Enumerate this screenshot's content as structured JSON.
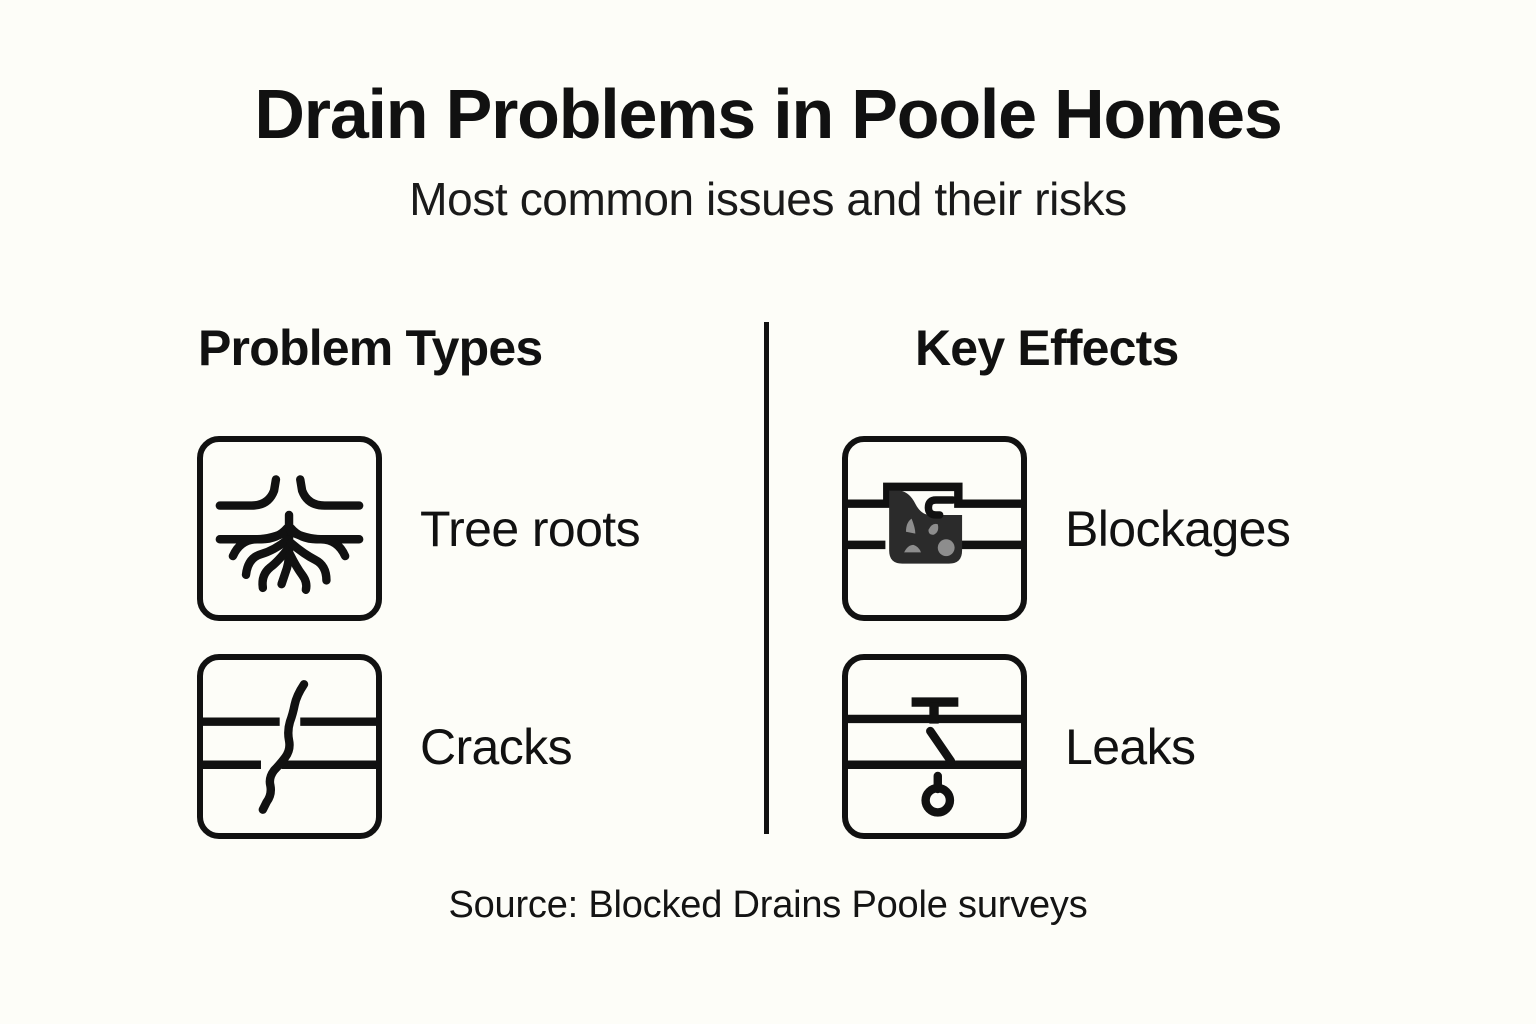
{
  "header": {
    "title": "Drain Problems in Poole Homes",
    "subtitle": "Most common issues and their risks"
  },
  "columns": {
    "left": {
      "heading": "Problem Types",
      "items": [
        {
          "label": "Tree roots",
          "icon": "tree-roots-pipe-icon"
        },
        {
          "label": "Cracks",
          "icon": "cracked-pipe-icon"
        }
      ]
    },
    "right": {
      "heading": "Key Effects",
      "items": [
        {
          "label": "Blockages",
          "icon": "blocked-pipe-debris-icon"
        },
        {
          "label": "Leaks",
          "icon": "leaking-pipe-droplet-icon"
        }
      ]
    }
  },
  "footer": {
    "source": "Source: Blocked Drains Poole surveys"
  },
  "colors": {
    "background": "#fdfdf8",
    "ink": "#111111",
    "debris_fill": "#2b2b2b",
    "debris_stone": "#8d8d8d"
  }
}
